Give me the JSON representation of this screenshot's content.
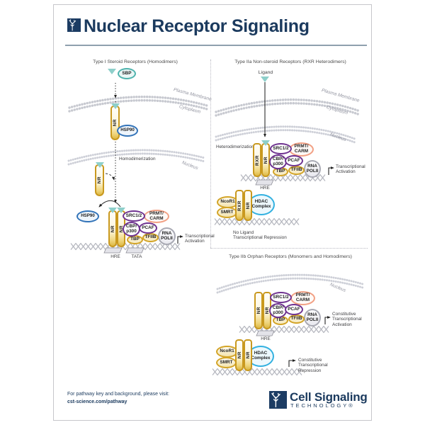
{
  "header": {
    "title": "Nuclear Receptor Signaling"
  },
  "sections": {
    "type1": {
      "title": "Type I Steroid Receptors (Homodimers)"
    },
    "type2a": {
      "title": "Type IIa Non-steroid Receptors (RXR Heterodimers)"
    },
    "type2b": {
      "title": "Type IIb Orphan Receptors (Monomers and Homodimers)"
    }
  },
  "labels": {
    "sbp": "SBP",
    "ligand": "Ligand",
    "plasma_membrane": "Plasma Membrane",
    "cytoplasm": "Cytoplasm",
    "nucleus": "Nucleus",
    "homodimerization": "Homodimerization",
    "heterodimerization": "Heterodimerization",
    "nr": "NR",
    "rxr": "RXR",
    "hsp90": "HSP90",
    "src12": "SRC1/2",
    "prmt_carm": "PRMT/\nCARM",
    "cbp_p300": "CBP/\np300",
    "pcaf": "PCAF",
    "tbp": "TBP",
    "tfiib": "TFIIB",
    "rna_polii": "RNA\nPOLII",
    "hre": "HRE",
    "tata": "TATA",
    "ncor1": "NcoR1",
    "smrt": "SMRT",
    "hdac_complex": "HDAC\nComplex",
    "transcriptional_activation": "Transcriptional\nActivation",
    "no_ligand_repression": "No Ligand\nTranscriptional Repression",
    "constitutive_activation": "Constitutive\nTranscriptional\nActivation",
    "constitutive_repression": "Constitutive\nTranscriptional\nRepression"
  },
  "footer": {
    "note_line1": "For pathway key and background, please visit:",
    "note_line2": "cst-science.com/pathway",
    "brand_name": "Cell Signaling",
    "brand_sub": "TECHNOLOGY®"
  },
  "colors": {
    "navy": "#1b3a5e",
    "teal": "#4fb3ad",
    "gold": "#c9991f",
    "purple": "#6f3390",
    "salmon": "#f2a185",
    "blue": "#3273b8",
    "cyan": "#33b1e0"
  }
}
